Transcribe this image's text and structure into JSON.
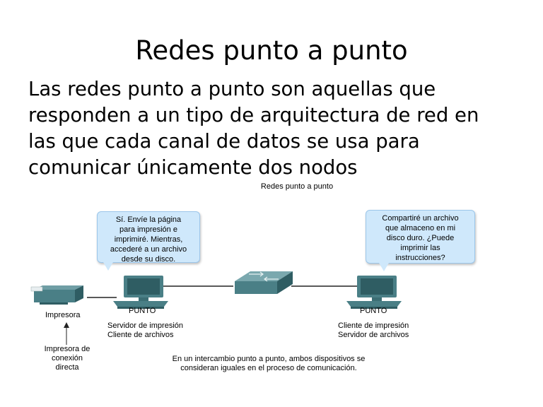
{
  "slide": {
    "title": "Redes punto a punto",
    "body_lines": [
      "Las redes punto a punto son aquellas que",
      "responden a un tipo de arquitectura de red en",
      "las que cada canal de datos se usa para",
      "comunicar únicamente dos nodos"
    ]
  },
  "diagram": {
    "caption": "Redes punto a punto",
    "left_bubble_lines": [
      "Sí. Envíe la página",
      "para impresión e",
      "imprimiré. Mientras,",
      "accederé a un archivo",
      "desde su disco."
    ],
    "right_bubble_lines": [
      "Compartiré un archivo",
      "que almaceno en mi",
      "disco duro. ¿Puede",
      "imprimir las",
      "instrucciones?"
    ],
    "printer_label": "Impresora",
    "printer_connection_lines": [
      "Impresora de",
      "conexión",
      "directa"
    ],
    "left_node": {
      "name": "PUNTO",
      "roles": [
        "Servidor de impresión",
        "Cliente de archivos"
      ]
    },
    "right_node": {
      "name": "PUNTO",
      "roles": [
        "Cliente de impresión",
        "Servidor de archivos"
      ]
    },
    "footer_lines": [
      "En un intercambio punto a punto, ambos dispositivos se",
      "consideran iguales en el proceso de comunicación."
    ],
    "colors": {
      "bubble": "#cfe8fb",
      "device": "#4a7f86",
      "device_dark": "#2f5d63",
      "cable": "#222222"
    }
  }
}
